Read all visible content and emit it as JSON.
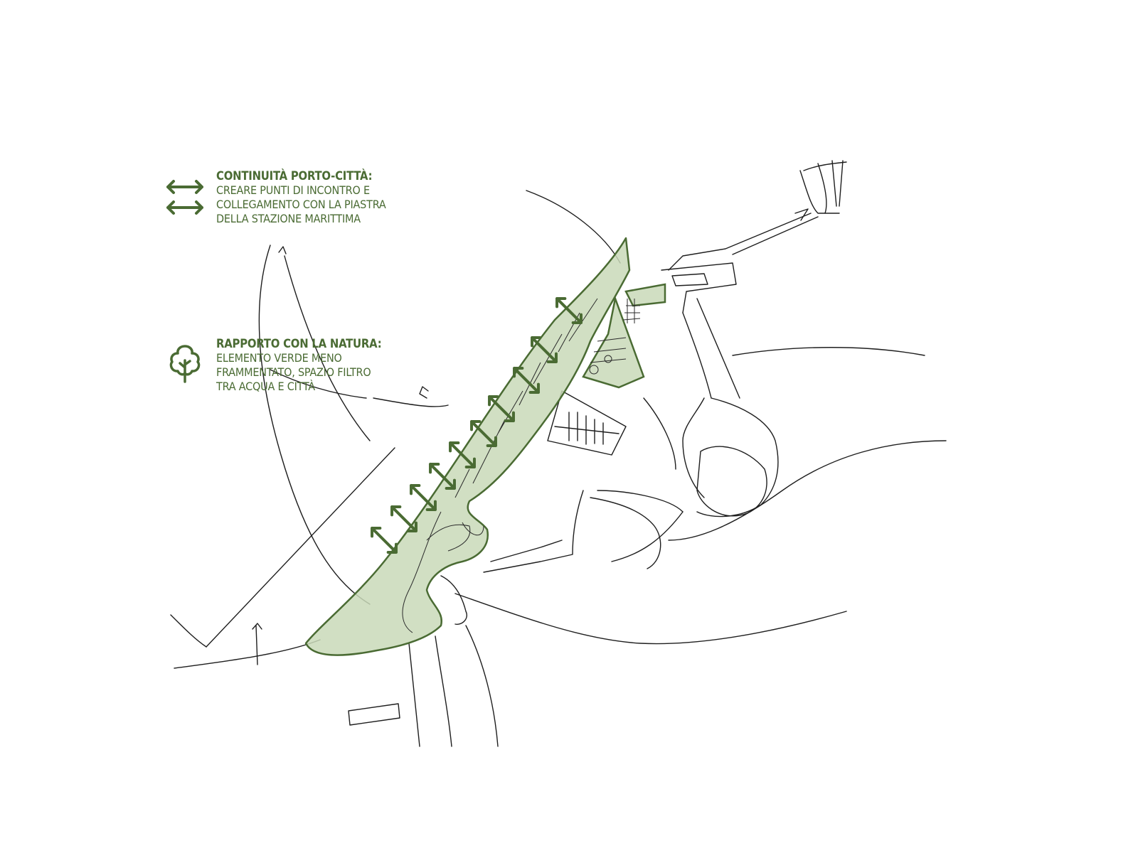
{
  "colors": {
    "accent_green": "#4a6b33",
    "fill_green": "#c9d9b8",
    "sketch_ink": "#1e1e1e",
    "background": "#ffffff"
  },
  "legend": {
    "continuity": {
      "icon": "double-arrow-icon",
      "title": "CONTINUITÀ PORTO-CITTÀ:",
      "lines": [
        "CREARE PUNTI DI INCONTRO E",
        "COLLEGAMENTO CON LA PIASTRA",
        "DELLA STAZIONE MARITTIMA"
      ]
    },
    "nature": {
      "icon": "tree-icon",
      "title": "RAPPORTO CON LA NATURA:",
      "lines": [
        "ELEMENTO VERDE MENO",
        "FRAMMENTATO, SPAZIO FILTRO",
        "TRA ACQUA E CITTÀ"
      ]
    }
  }
}
